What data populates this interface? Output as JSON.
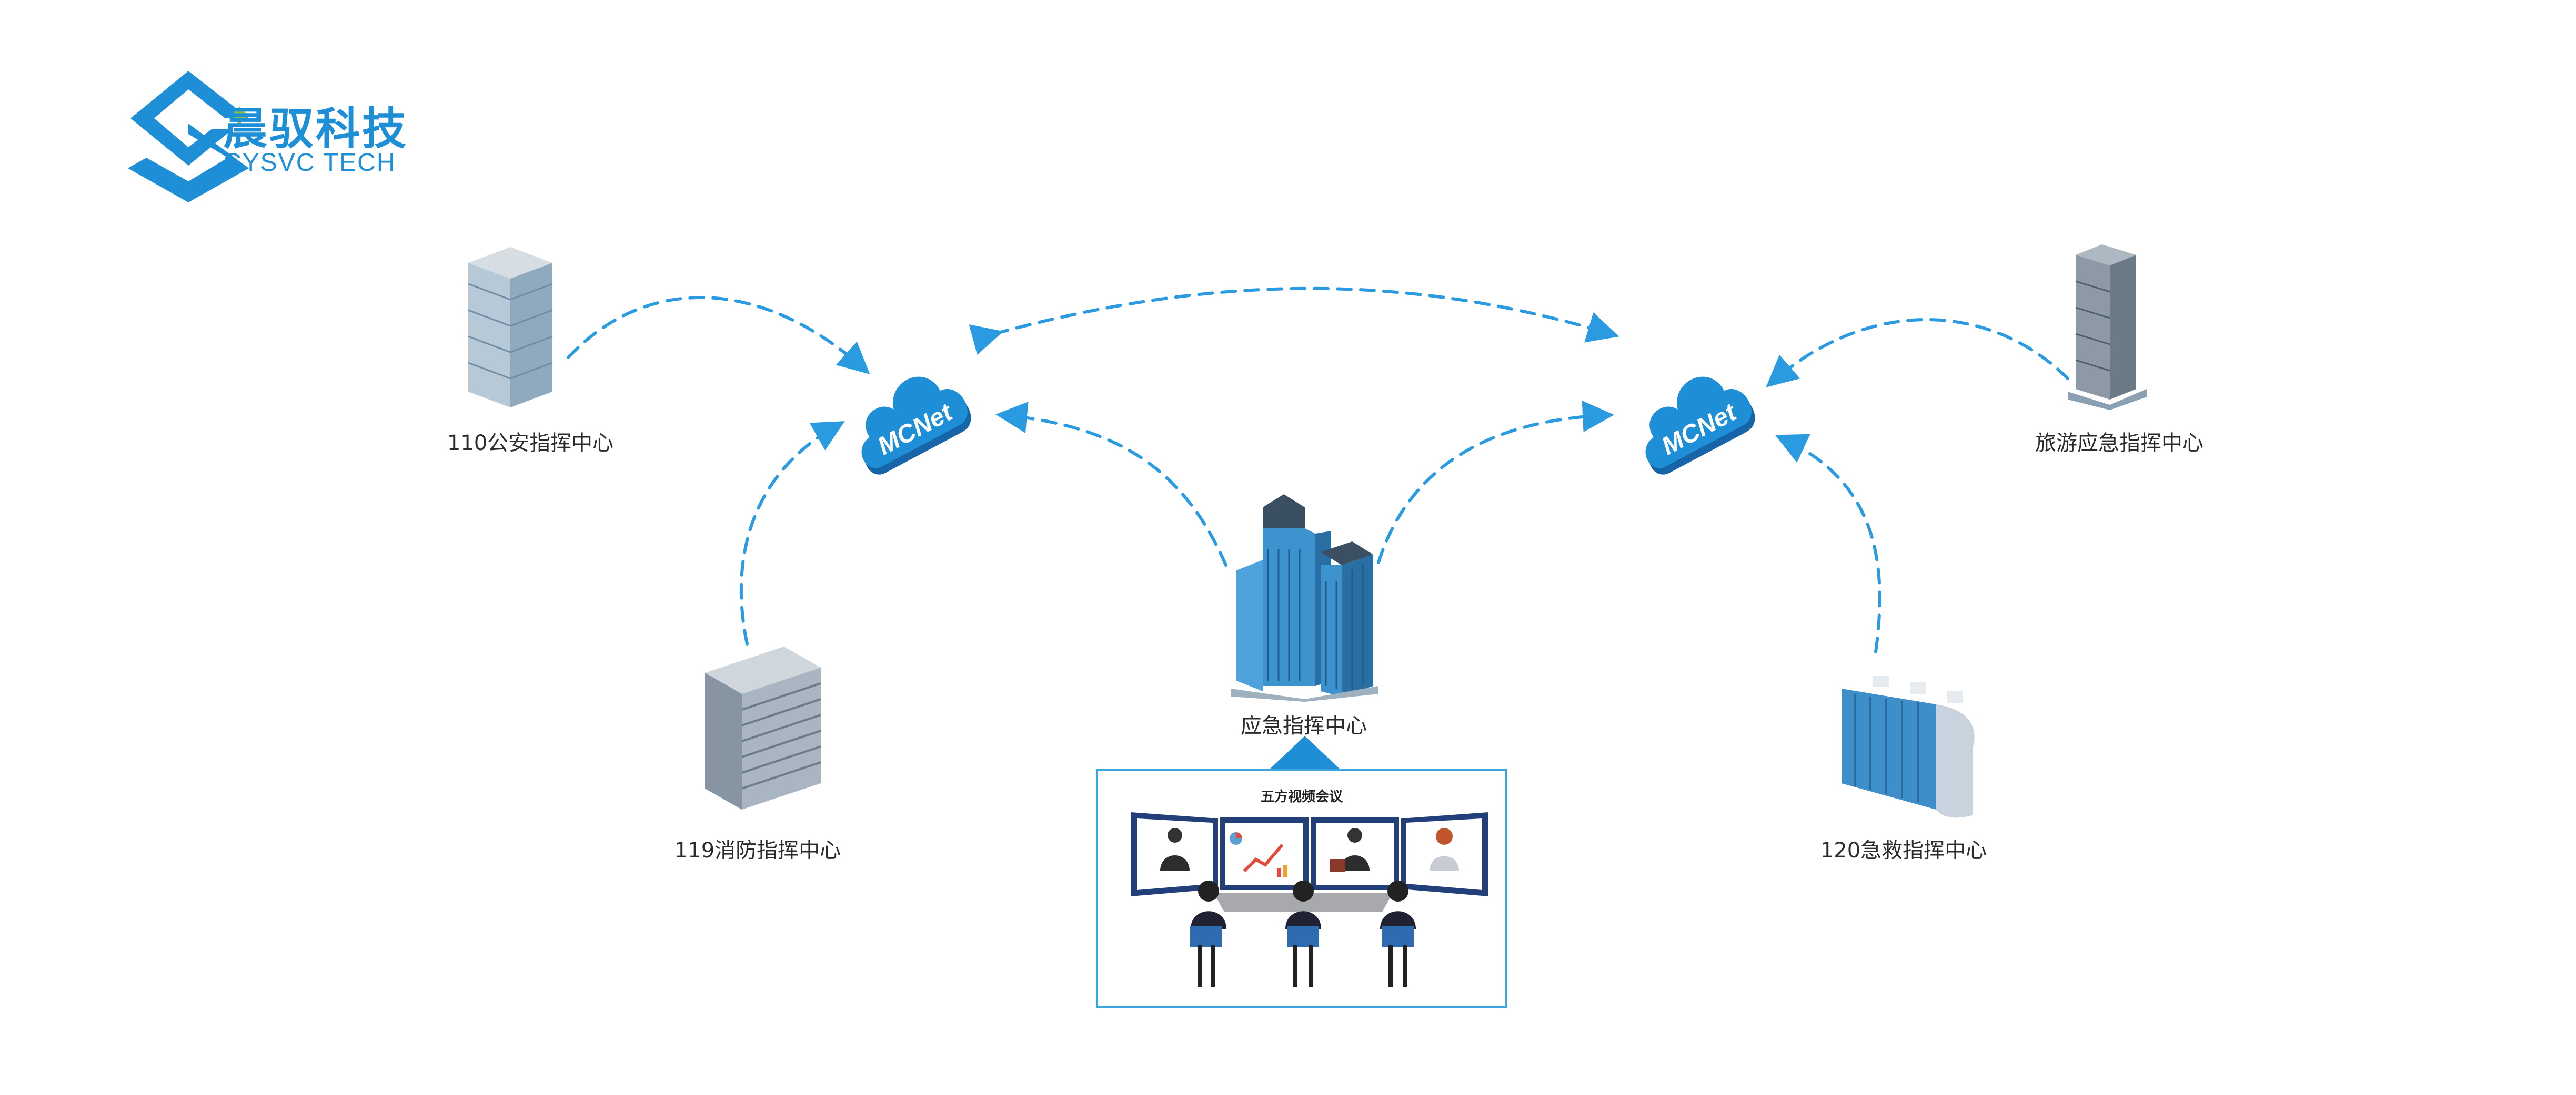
{
  "logo": {
    "name_cn": "晨驭科技",
    "name_en": "CYSVC TECH",
    "brand_color": "#1e8fd6",
    "icon": "cysvc-logo-icon"
  },
  "clouds": [
    {
      "label": "MCNet"
    },
    {
      "label": "MCNet"
    }
  ],
  "nodes": {
    "police": "110公安指挥中心",
    "fire": "119消防指挥中心",
    "emergency": "应急指挥中心",
    "tourism": "旅游应急指挥中心",
    "ambulance": "120急救指挥中心"
  },
  "conference": {
    "title": "五方视频会议"
  },
  "colors": {
    "arrow": "#2a9be0",
    "cloud": "#1e8fd6",
    "building_blue": "#2b8fd0",
    "building_gray": "#8fa0b0",
    "frame": "#3aa6dd"
  }
}
